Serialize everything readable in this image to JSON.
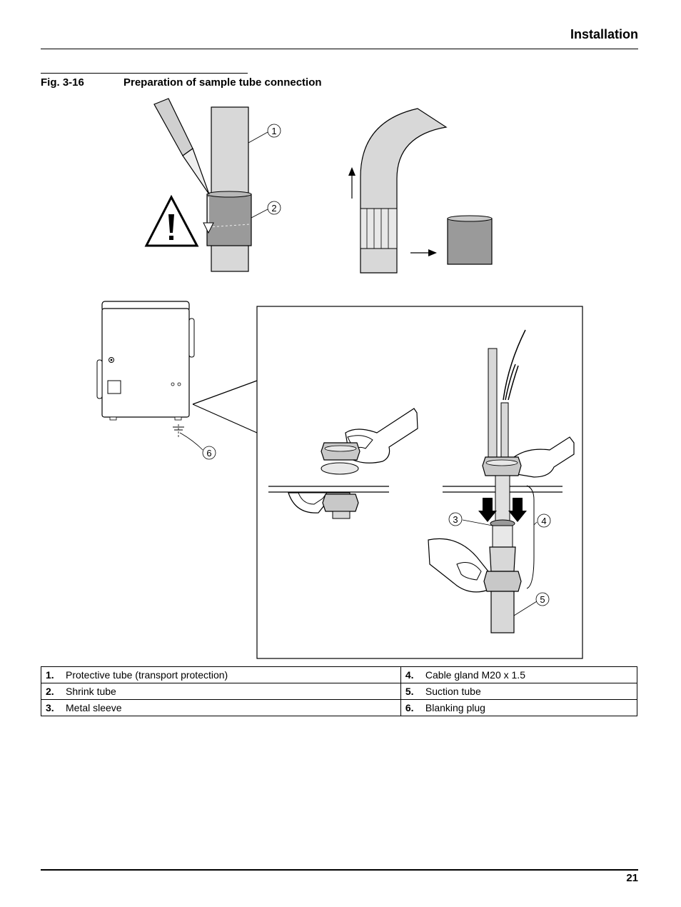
{
  "header": {
    "section": "Installation"
  },
  "figure": {
    "number": "Fig. 3-16",
    "title": "Preparation of sample tube connection",
    "callouts": [
      "1",
      "2",
      "3",
      "4",
      "5",
      "6"
    ]
  },
  "legend": {
    "rows": [
      [
        {
          "num": "1.",
          "text": "Protective tube (transport protection)"
        },
        {
          "num": "4.",
          "text": "Cable gland M20 x 1.5"
        }
      ],
      [
        {
          "num": "2.",
          "text": "Shrink tube"
        },
        {
          "num": "5.",
          "text": "Suction tube"
        }
      ],
      [
        {
          "num": "3.",
          "text": "Metal sleeve"
        },
        {
          "num": "6.",
          "text": "Blanking plug"
        }
      ]
    ]
  },
  "footer": {
    "page": "21"
  }
}
